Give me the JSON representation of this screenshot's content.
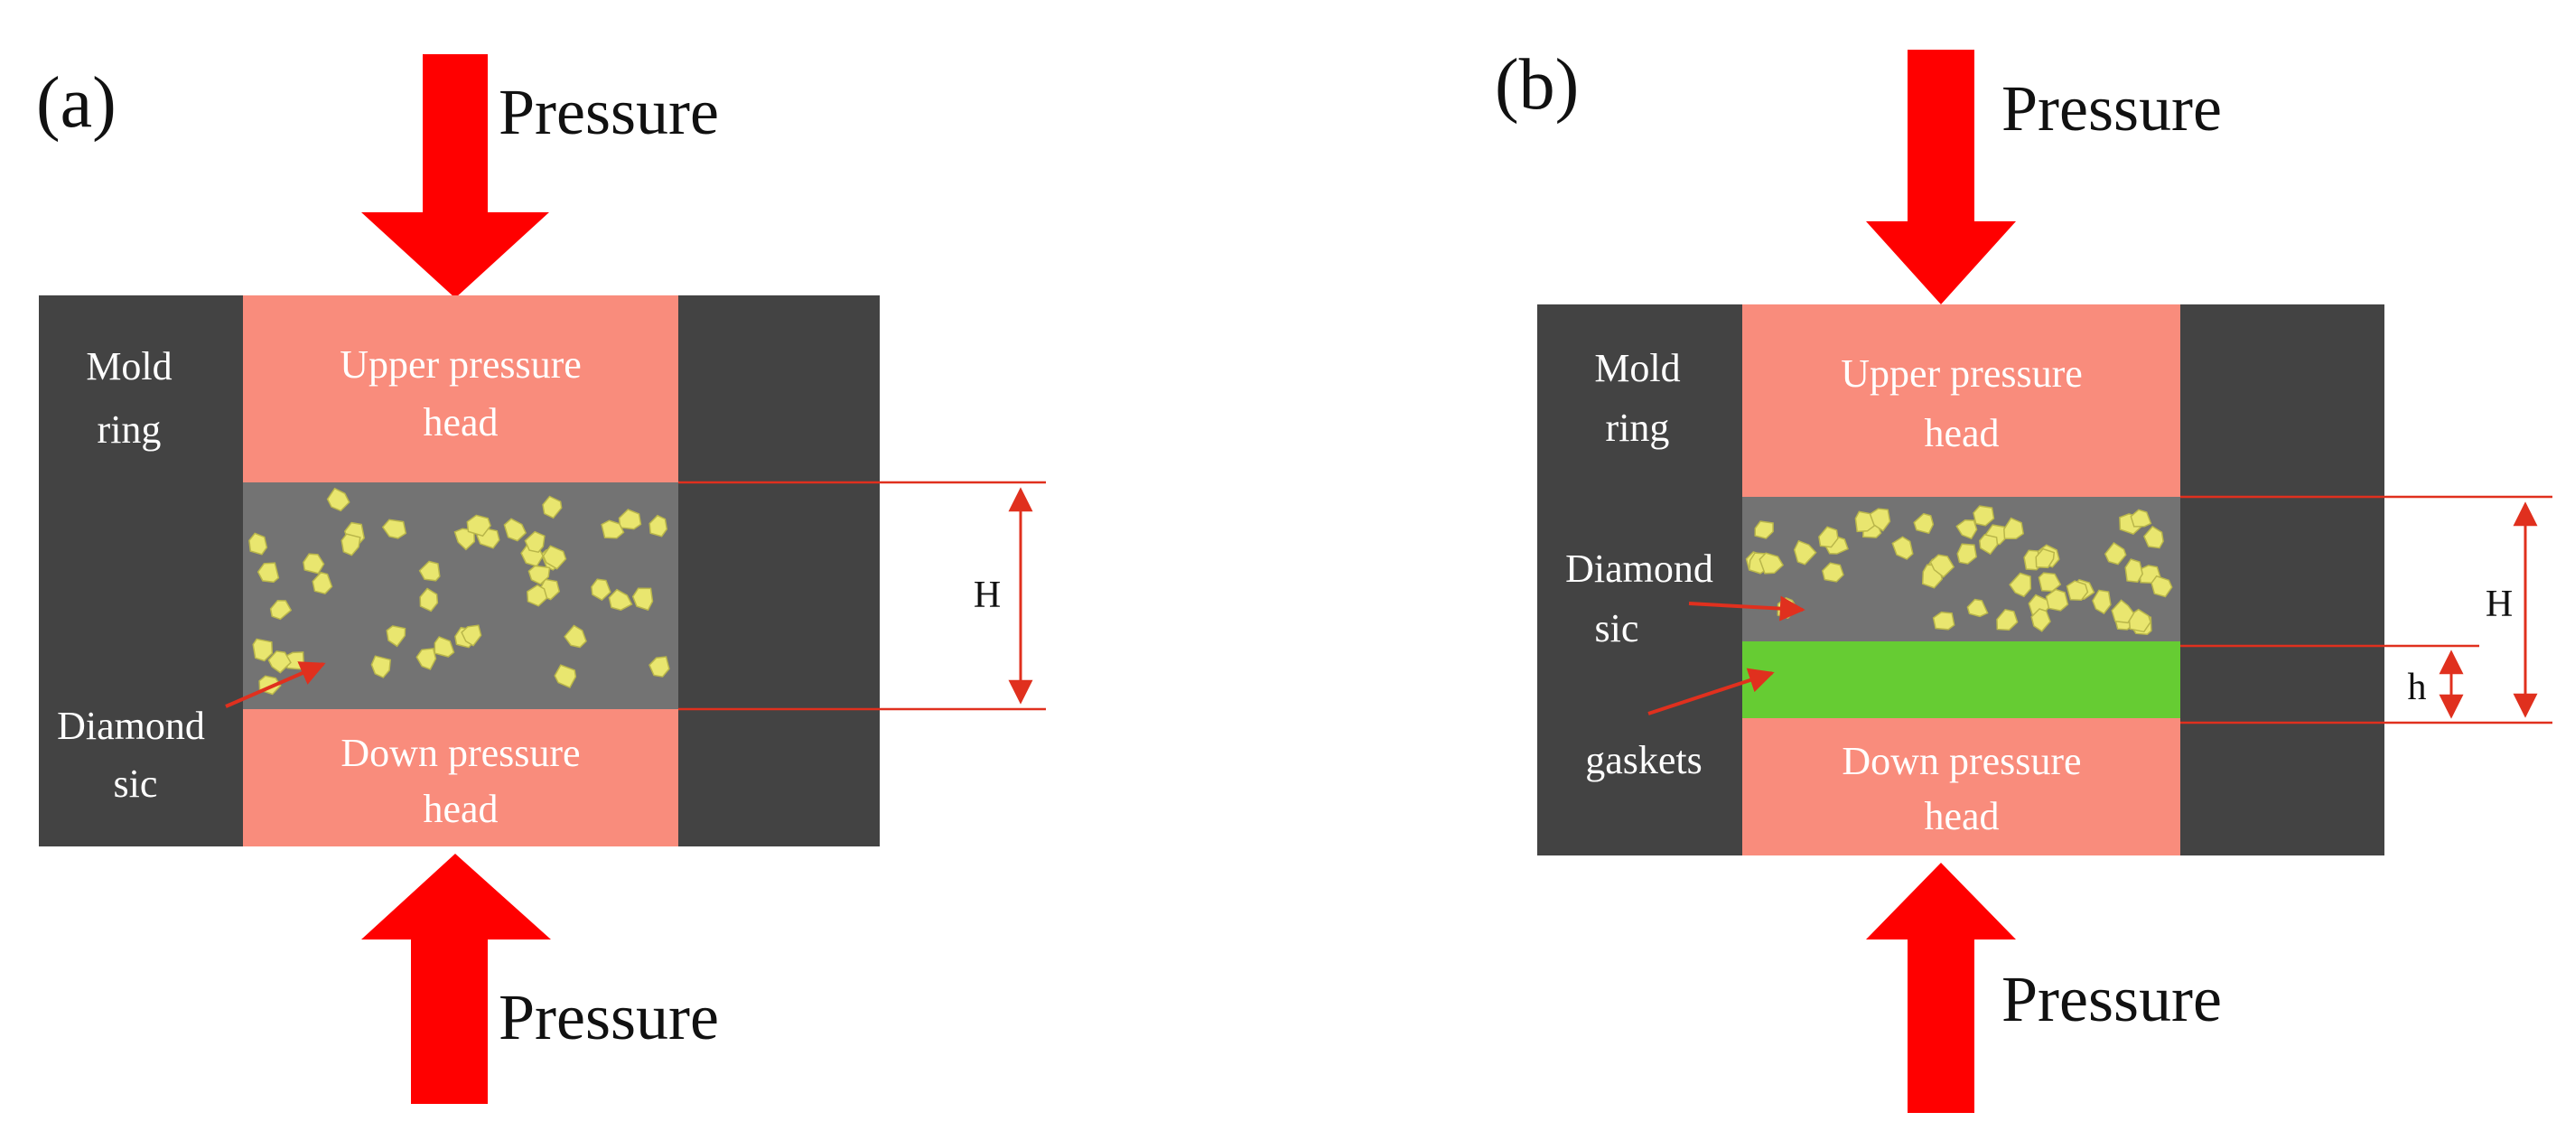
{
  "panels": [
    {
      "id": "a",
      "panel_label": "(a)",
      "pressure_top": "Pressure",
      "pressure_bottom": "Pressure",
      "mold_ring": [
        "Mold",
        "ring"
      ],
      "upper_head": [
        "Upper pressure",
        "head"
      ],
      "down_head": [
        "Down pressure",
        "head"
      ],
      "diamond_sic": [
        "Diamond",
        "sic"
      ],
      "dim_H": "H"
    },
    {
      "id": "b",
      "panel_label": "(b)",
      "pressure_top": "Pressure",
      "pressure_bottom": "Pressure",
      "mold_ring": [
        "Mold",
        "ring"
      ],
      "upper_head": [
        "Upper pressure",
        "head"
      ],
      "down_head": [
        "Down pressure",
        "head"
      ],
      "diamond_sic": [
        "Diamond",
        "sic"
      ],
      "gaskets": "gaskets",
      "dim_H": "H",
      "dim_h": "h"
    }
  ],
  "colors": {
    "mold": "#434343",
    "head": "#f98c7c",
    "powder": "#737373",
    "particle": "#e9e66f",
    "gasket": "#66cc33",
    "arrow": "#ff0000",
    "dim_line": "#e0301e"
  }
}
